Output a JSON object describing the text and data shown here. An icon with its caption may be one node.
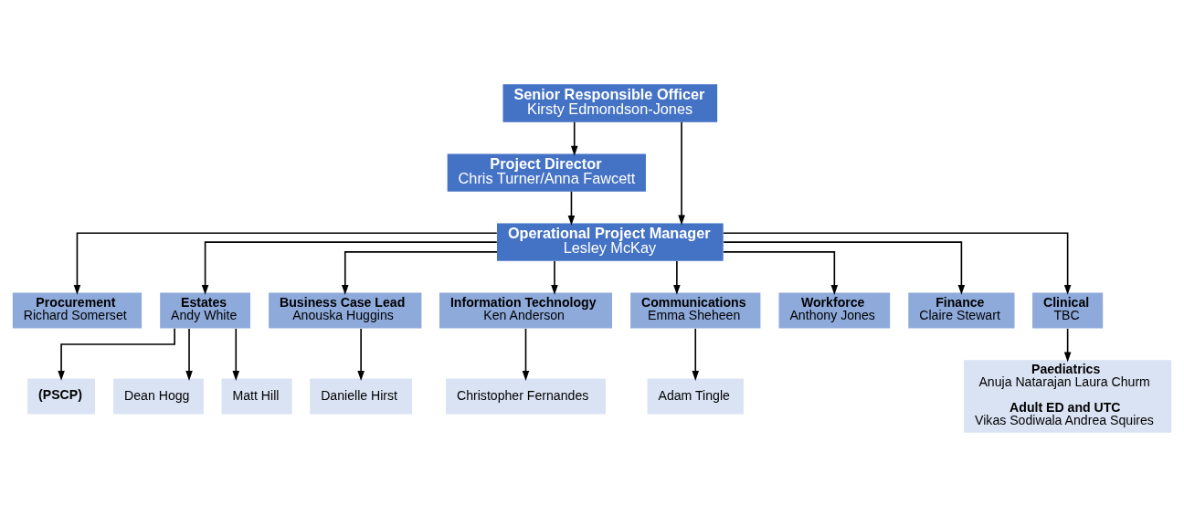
{
  "diagram": {
    "nodes": [
      {
        "text": [
          "Senior Responsible Officer",
          "Kirsty Edmondson-Jones"
        ]
      },
      {
        "text": [
          "Project Director",
          "Chris Turner/Anna Fawcett"
        ]
      },
      {
        "text": [
          "Operational Project Manager",
          "Lesley McKay"
        ]
      },
      {
        "text": [
          "Procurement",
          "Richard Somerset"
        ]
      },
      {
        "text": [
          "Estates",
          "Andy White"
        ]
      },
      {
        "text": [
          "Business Case Lead",
          "Anouska Huggins"
        ]
      },
      {
        "text": [
          "Information Technology",
          "Ken Anderson"
        ]
      },
      {
        "text": [
          "Communications",
          "Emma Sheheen"
        ]
      },
      {
        "text": [
          "Workforce",
          "Anthony Jones"
        ]
      },
      {
        "text": [
          "Finance",
          "Claire Stewart"
        ]
      },
      {
        "text": [
          "Clinical",
          "TBC"
        ]
      },
      {
        "text": [
          "(PSCP)"
        ]
      },
      {
        "text": [
          "Dean Hogg"
        ]
      },
      {
        "text": [
          "Matt Hill"
        ]
      },
      {
        "text": [
          "Danielle Hirst"
        ]
      },
      {
        "text": [
          "Christopher Fernandes"
        ]
      },
      {
        "text": [
          "Adam Tingle"
        ]
      },
      {
        "text": [
          "Paediatrics",
          "Anuja Natarajan Laura Churm",
          "Adult ED and UTC",
          "Vikas Sodiwala Andrea Squires"
        ]
      }
    ],
    "edges": [
      {
        "from": 0,
        "to": 1,
        "arrow": "to"
      },
      {
        "from": 0,
        "to": 2,
        "arrow": "to"
      },
      {
        "from": 1,
        "to": 2,
        "arrow": "to"
      },
      {
        "from": 2,
        "to": 3,
        "arrow": "to"
      },
      {
        "from": 2,
        "to": 4,
        "arrow": "to"
      },
      {
        "from": 2,
        "to": 5,
        "arrow": "to"
      },
      {
        "from": 2,
        "to": 6,
        "arrow": "to"
      },
      {
        "from": 2,
        "to": 7,
        "arrow": "to"
      },
      {
        "from": 2,
        "to": 8,
        "arrow": "to"
      },
      {
        "from": 2,
        "to": 9,
        "arrow": "to"
      },
      {
        "from": 2,
        "to": 10,
        "arrow": "to"
      },
      {
        "from": 4,
        "to": 11,
        "arrow": "to"
      },
      {
        "from": 4,
        "to": 12,
        "arrow": "to"
      },
      {
        "from": 4,
        "to": 13,
        "arrow": "to"
      },
      {
        "from": 5,
        "to": 14,
        "arrow": "to"
      },
      {
        "from": 6,
        "to": 15,
        "arrow": "to"
      },
      {
        "from": 7,
        "to": 16,
        "arrow": "to"
      },
      {
        "from": 10,
        "to": 17,
        "arrow": "to"
      }
    ]
  }
}
